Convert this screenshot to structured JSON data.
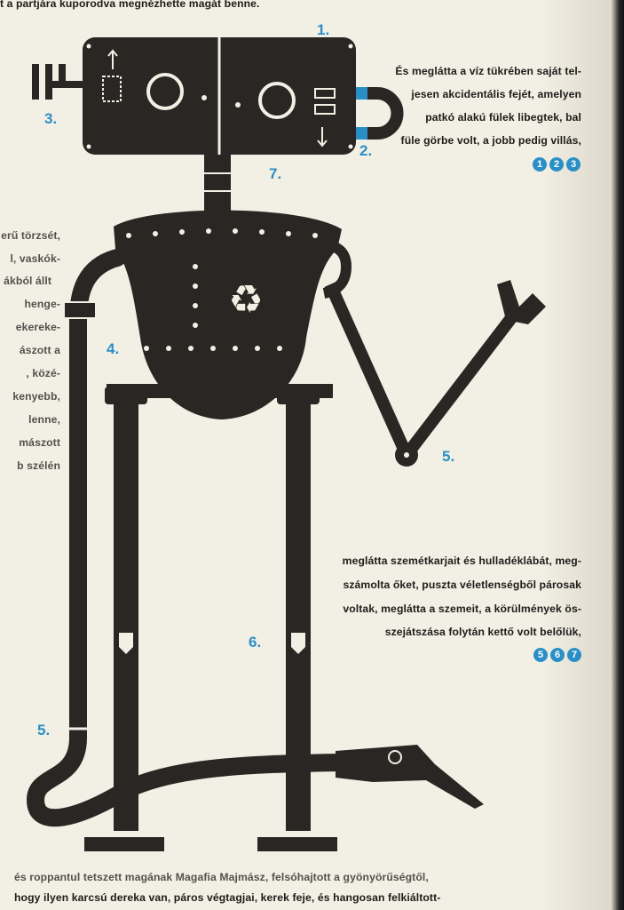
{
  "top_line": "t a partjára kuporodva megnézhette magát benne.",
  "right_top_paragraph": [
    "És meglátta a víz tükrében saját tel-",
    "jesen akcidentális fejét, amelyen",
    "patkó alakú fülek libegtek, bal",
    "füle görbe volt, a jobb pedig villás,"
  ],
  "right_top_refs": [
    "1",
    "2",
    "3"
  ],
  "left_paragraph": [
    "erű törzsét,",
    "l, vaskók-",
    "ákból állt",
    "henge-",
    "ekereke-",
    "ászott a",
    ",  közé-",
    "kenyebb,",
    "lenne,",
    "mászott",
    "b szélén"
  ],
  "mid_paragraph": [
    "meglátta szemétkarjait és hulladéklábát, meg-",
    "számolta őket, puszta véletlenségből párosak",
    "voltak, meglátta a szemeit, a körülmények ös-",
    "szejátszása folytán kettő volt belőlük,"
  ],
  "mid_refs": [
    "5",
    "6",
    "7"
  ],
  "labels": {
    "head": "1.",
    "right_ear": "2.",
    "left_ear": "3.",
    "torso": "4.",
    "arm": "5.",
    "legs": "6.",
    "neck": "7.",
    "hose": "5."
  },
  "bottom_lines": [
    "és roppantul tetszett magának Magafia Majmász, felsóhajtott a gyönyörűségtől,",
    "hogy ilyen karcsú dereka van, páros végtagjai, kerek feje, és hangosan felkiáltott-"
  ],
  "colors": {
    "accent": "#2b8fc7",
    "ink": "#2a2624",
    "paper": "#f2efe4"
  }
}
